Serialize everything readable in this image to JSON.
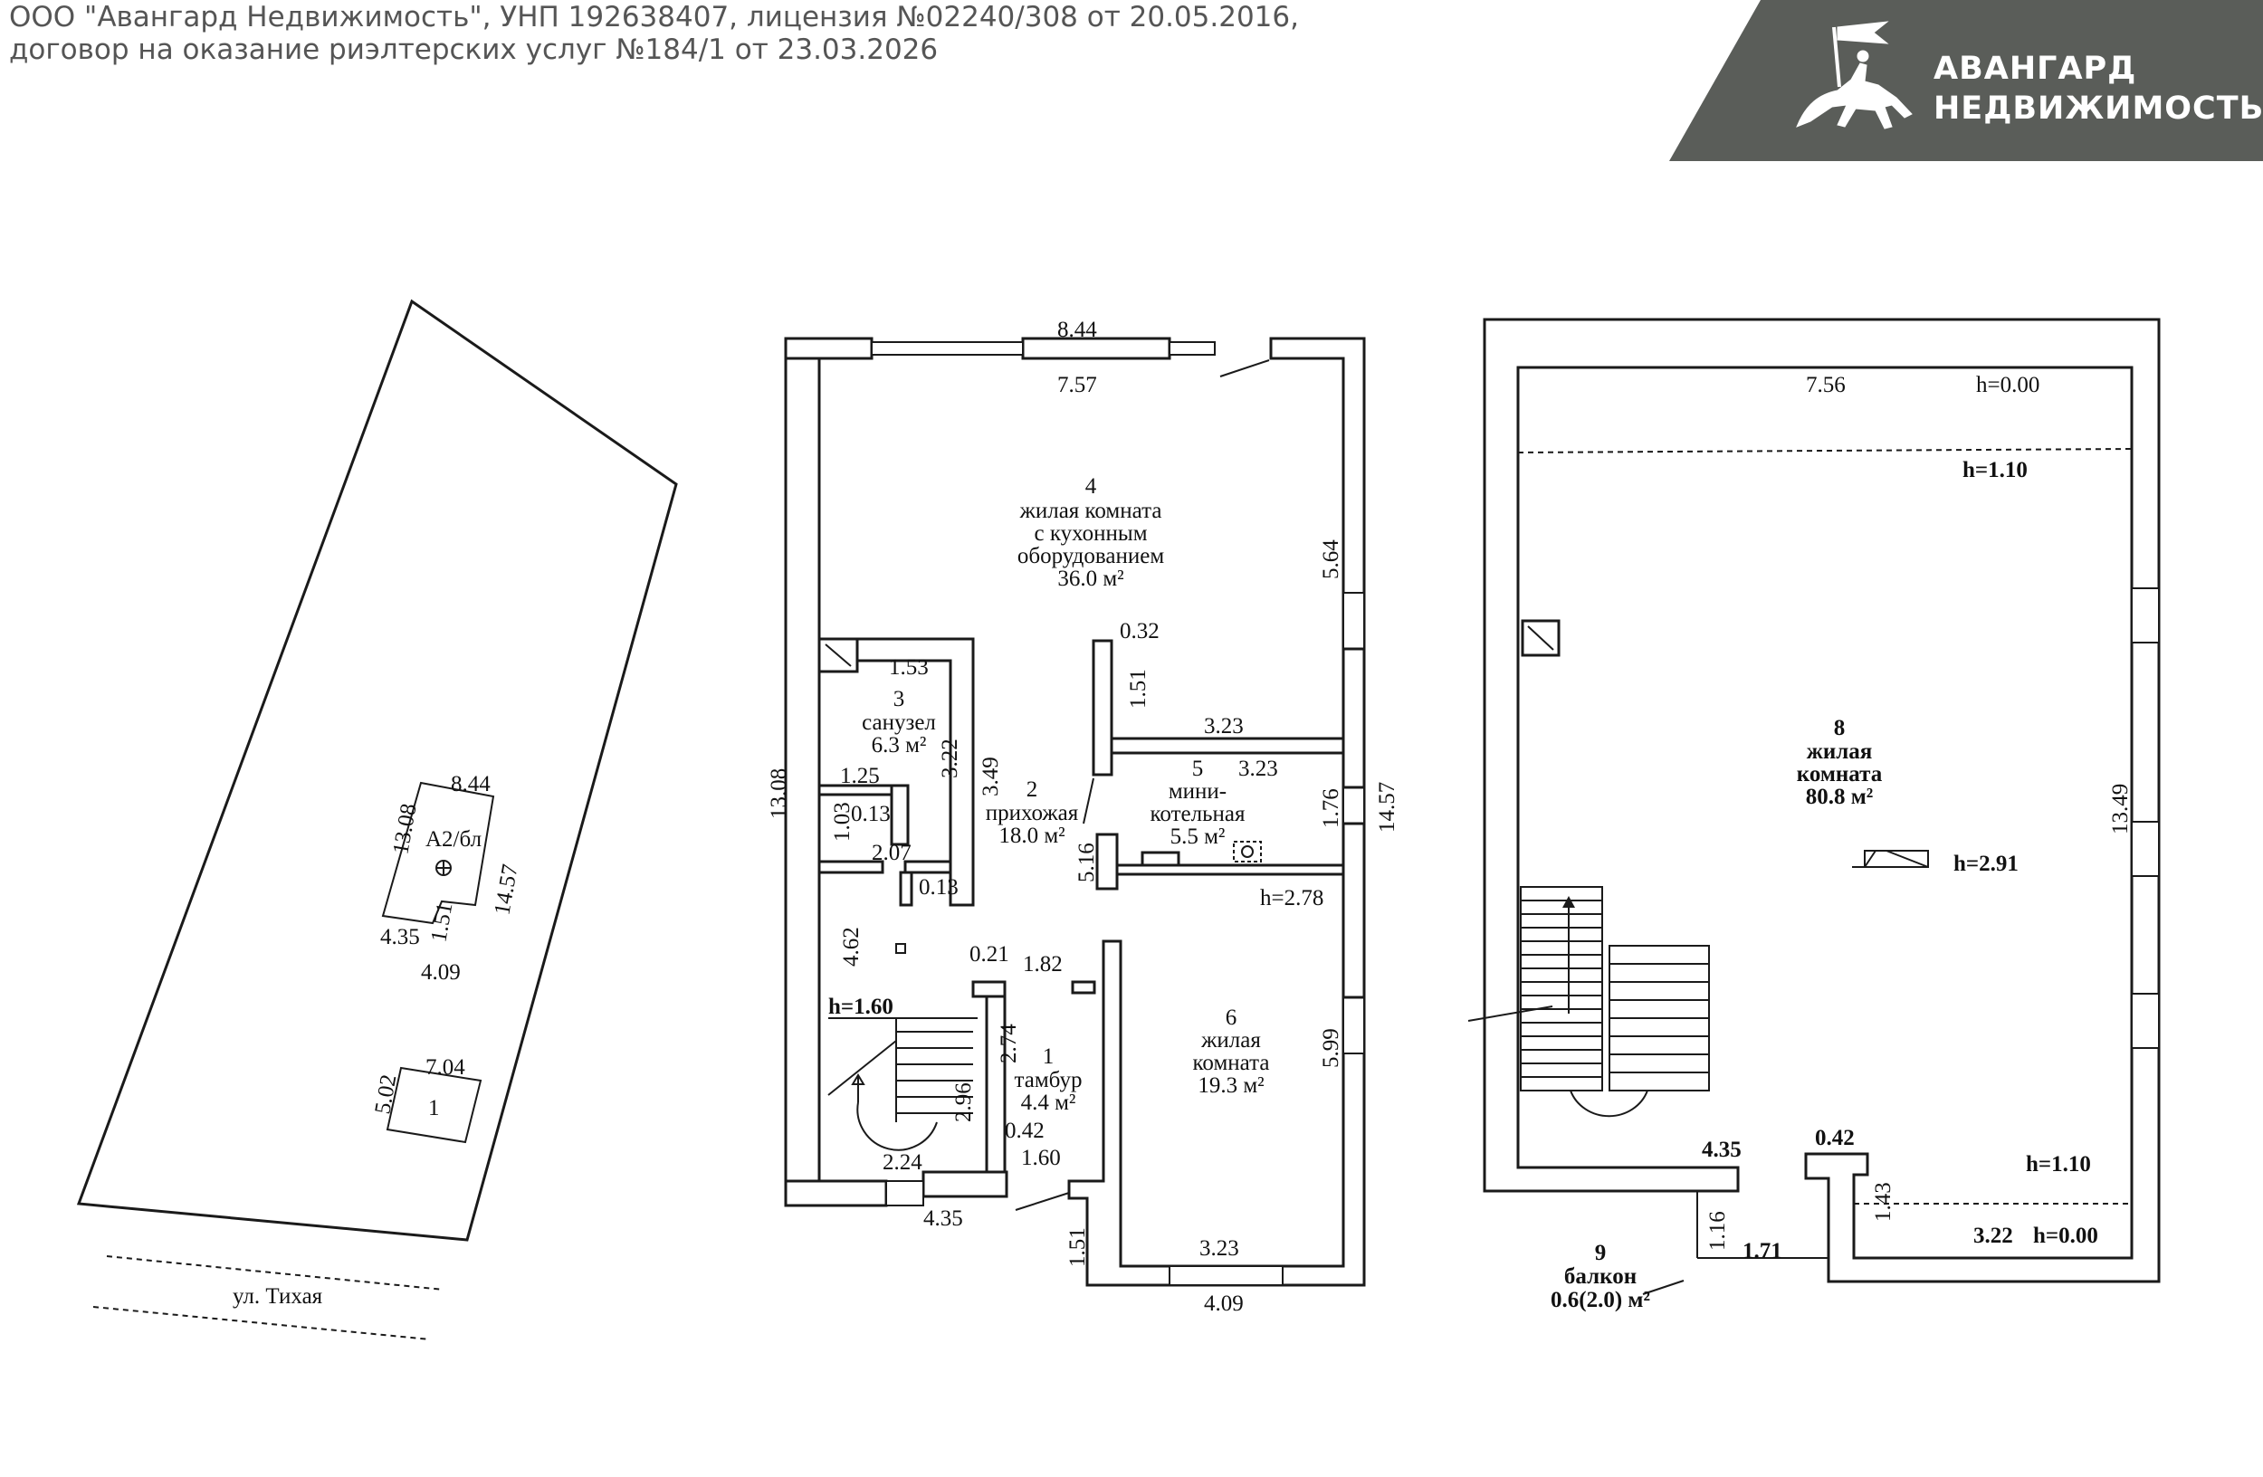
{
  "header": {
    "line1": "ООО \"Авангард Недвижимость\", УНП 192638407, лицензия №02240/308 от 20.05.2016,",
    "line2": "договор на оказание риэлтерских услуг №184/1 от 23.03.2026"
  },
  "brand": {
    "name_line1": "АВАНГАРД",
    "name_line2": "НЕДВИЖИМОСТЬ",
    "logo_icon": "horse-rider-icon",
    "bg_color": "#5a5d59"
  },
  "site_plan": {
    "street": "ул. Тихая",
    "building_label": "А2/бл",
    "dims": {
      "top": "8.44",
      "left": "13.08",
      "right": "14.57",
      "step1": "4.35",
      "step2": "1.51",
      "bottom": "4.09"
    },
    "outbuilding": {
      "label": "1",
      "width": "7.04",
      "height": "5.02"
    }
  },
  "floor1": {
    "dims": {
      "top_outer": "8.44",
      "top_inner": "7.57",
      "left_outer": "13.08",
      "right_outer": "14.57",
      "right_upper": "5.64",
      "right_mid": "1.76",
      "right_lower": "5.99",
      "d_032": "0.32",
      "d_151a": "1.51",
      "d_323a": "3.23",
      "d_323b": "3.23",
      "d_153": "1.53",
      "d_322": "3.22",
      "d_349": "3.49",
      "d_125": "1.25",
      "d_013a": "0.13",
      "d_103": "1.03",
      "d_207": "2.07",
      "d_013b": "0.13",
      "d_516": "5.16",
      "h278": "h=2.78",
      "d_462": "4.62",
      "d_021": "0.21",
      "d_182": "1.82",
      "h160": "h=1.60",
      "d_274": "2.74",
      "d_296": "2.96",
      "d_042": "0.42",
      "d_160": "1.60",
      "d_224": "2.24",
      "d_435": "4.35",
      "d_151b": "1.51",
      "d_323c": "3.23",
      "d_409": "4.09"
    },
    "rooms": [
      {
        "num": "4",
        "lines": [
          "жилая комната",
          "с кухонным",
          "оборудованием"
        ],
        "area": "36.0 м²"
      },
      {
        "num": "3",
        "lines": [
          "санузел"
        ],
        "area": "6.3 м²"
      },
      {
        "num": "2",
        "lines": [
          "прихожая"
        ],
        "area": "18.0 м²"
      },
      {
        "num": "5",
        "lines": [
          "мини-",
          "котельная"
        ],
        "area": "5.5 м²"
      },
      {
        "num": "1",
        "lines": [
          "тамбур"
        ],
        "area": "4.4 м²"
      },
      {
        "num": "6",
        "lines": [
          "жилая",
          "комната"
        ],
        "area": "19.3 м²"
      }
    ]
  },
  "floor2": {
    "dims": {
      "top_inner": "7.56",
      "h000_top": "h=0.00",
      "h110_top": "h=1.10",
      "right": "13.49",
      "h291": "h=2.91",
      "d_435": "4.35",
      "d_042": "0.42",
      "h110_bot": "h=1.10",
      "d_143": "1.43",
      "d_322": "3.22",
      "h000_bot": "h=0.00",
      "d_116": "1.16",
      "d_171": "1.71"
    },
    "rooms": [
      {
        "num": "8",
        "lines": [
          "жилая",
          "комната"
        ],
        "area": "80.8 м²"
      },
      {
        "num": "9",
        "lines": [
          "балкон"
        ],
        "area": "0.6(2.0) м²"
      }
    ]
  },
  "colors": {
    "line": "#1a1a1a",
    "banner": "#5a5d59",
    "header_text": "#555555"
  }
}
